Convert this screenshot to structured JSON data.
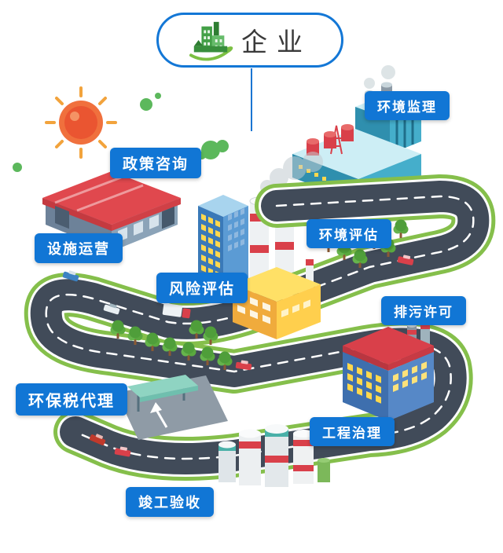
{
  "header": {
    "title": "企业"
  },
  "services": [
    {
      "text": "环境监理"
    },
    {
      "text": "政策咨询"
    },
    {
      "text": "设施运营"
    },
    {
      "text": "环境评估"
    },
    {
      "text": "风险评估"
    },
    {
      "text": "排污许可"
    },
    {
      "text": "环保税代理"
    },
    {
      "text": "工程治理"
    },
    {
      "text": "竣工验收"
    }
  ],
  "icons": {
    "header_icon": "green-factory-with-leaf-icon",
    "scene_icons": [
      "sun-icon",
      "leaf-blob-icon",
      "factory-illustrations",
      "trees",
      "cars",
      "roads"
    ]
  },
  "colors": {
    "label_bg": "#1176d5",
    "label_text": "#ffffff",
    "pill_border": "#1377d6",
    "connector_line": "#1b75d2",
    "road": "#414b59",
    "road_edge": "#ffffff",
    "grass": "#85bf4b",
    "sun": "#ee5a31"
  }
}
